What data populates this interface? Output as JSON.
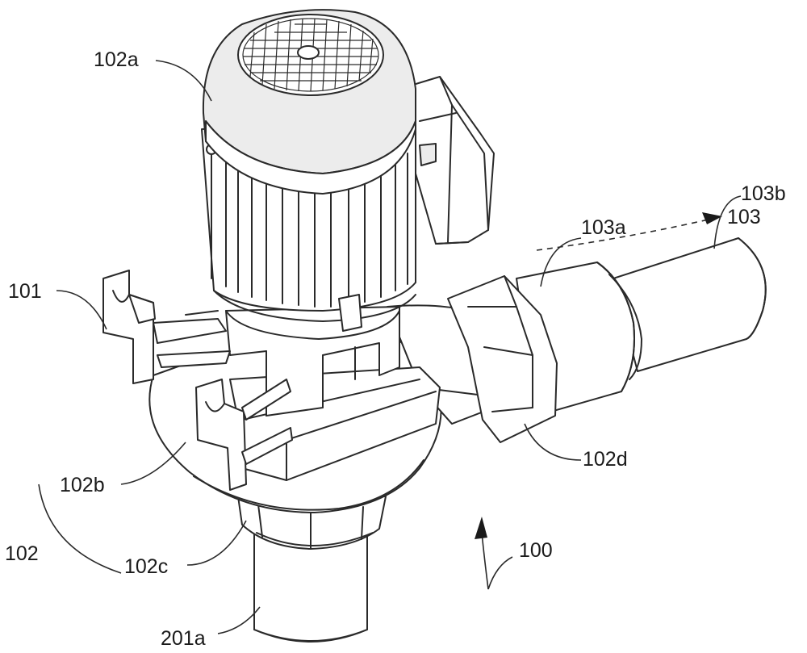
{
  "labels": {
    "l102a": "102a",
    "l101": "101",
    "l103a": "103a",
    "l103b": "103b",
    "l103": "103",
    "l102b": "102b",
    "l102d": "102d",
    "l102": "102",
    "l102c": "102c",
    "l100": "100",
    "l201a": "201a"
  }
}
